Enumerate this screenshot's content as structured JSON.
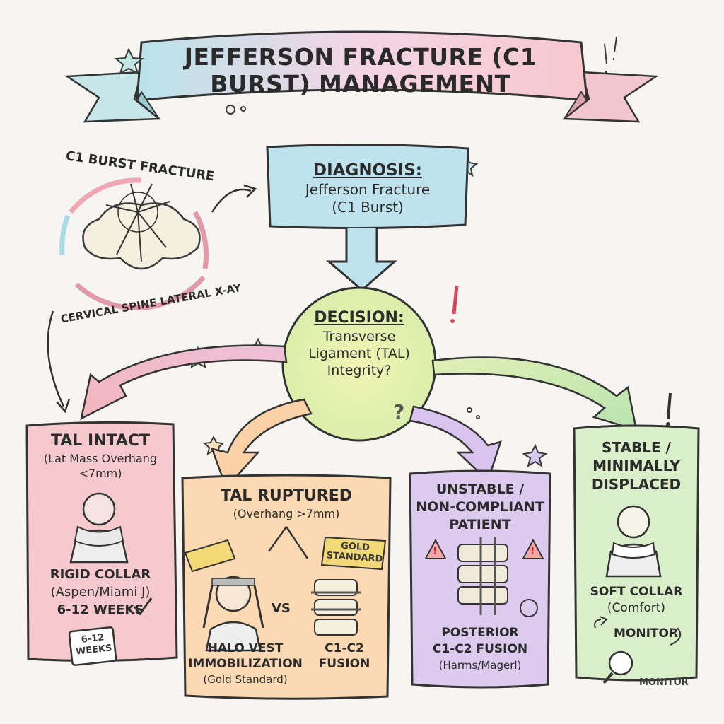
{
  "title": "JEFFERSON FRACTURE (C1 BURST) MANAGEMENT",
  "xray": {
    "top_label": "C1 BURST FRACTURE",
    "bottom_label": "CERVICAL SPINE LATERAL X-AY"
  },
  "diagnosis": {
    "heading": "DIAGNOSIS:",
    "line1": "Jefferson Fracture",
    "line2": "(C1 Burst)"
  },
  "decision": {
    "heading": "DECISION:",
    "line1": "Transverse",
    "line2": "Ligament (TAL)",
    "line3": "Integrity?"
  },
  "tal_intact": {
    "heading": "TAL INTACT",
    "sub1": "(Lat Mass Overhang",
    "sub2": "<7mm)",
    "treatment1": "RIGID COLLAR",
    "treatment2": "(Aspen/Miami J)",
    "duration": "6-12 WEEKS",
    "calendar_line1": "6-12",
    "calendar_line2": "WEEKS"
  },
  "tal_ruptured": {
    "heading": "TAL RUPTURED",
    "sub": "(Overhang >7mm)",
    "badge_line1": "GOLD",
    "badge_line2": "STANDARD",
    "versus": "VS",
    "option1_line1": "HALO VEST",
    "option1_line2": "IMMOBILIZATION",
    "option1_line3": "(Gold Standard)",
    "option2_line1": "C1-C2",
    "option2_line2": "FUSION"
  },
  "unstable": {
    "heading1": "UNSTABLE /",
    "heading2": "NON-COMPLIANT",
    "heading3": "PATIENT",
    "treatment1": "POSTERIOR",
    "treatment2": "C1-C2 FUSION",
    "treatment3": "(Harms/Magerl)"
  },
  "stable": {
    "heading1": "STABLE /",
    "heading2": "MINIMALLY",
    "heading3": "DISPLACED",
    "treatment1": "SOFT COLLAR",
    "treatment2": "(Comfort)",
    "monitor": "MONITOR",
    "monitor_icon_label": "MONITOR"
  },
  "colors": {
    "pink": "#f6c9cf",
    "orange": "#fbd9b3",
    "purple": "#dccbee",
    "green": "#d9efc9",
    "blue": "#bfe2ef",
    "yellow": "#eef3a8"
  }
}
